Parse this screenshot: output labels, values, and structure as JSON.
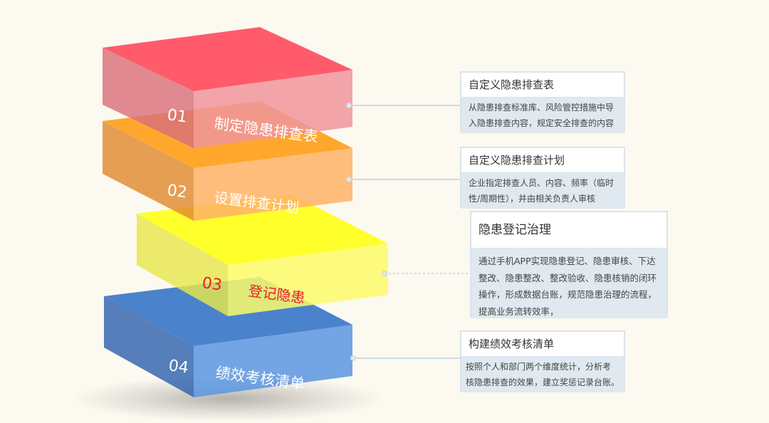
{
  "layers": [
    {
      "num": "01",
      "label": "制定隐患排查表",
      "top": "#ff4d5e",
      "front": "#f0959c",
      "side": "#d9707a",
      "text": "#ffffff"
    },
    {
      "num": "02",
      "label": "设置排查计划",
      "top": "#ff9f1c",
      "front": "#ffb366",
      "side": "#e08a2e",
      "text": "#ffffff"
    },
    {
      "num": "03",
      "label": "登记隐患",
      "top": "#ffff1a",
      "front": "#fbfb6a",
      "side": "#e6e64d",
      "text": "#e8202a"
    },
    {
      "num": "04",
      "label": "绩效考核清单",
      "top": "#3b78c9",
      "front": "#5b95e0",
      "side": "#2f63ad",
      "text": "#ffffff"
    }
  ],
  "cards": [
    {
      "title": "自定义隐患排查表",
      "lines": [
        "从隐患排查标准库、风险管控措施中导",
        "入隐患排查内容，规定安全排查的内容"
      ]
    },
    {
      "title": "自定义隐患排查计划",
      "lines": [
        "企业指定排查人员、内容、频率（临时",
        "性/周期性），并由相关负责人审核"
      ]
    },
    {
      "title": "隐患登记治理",
      "lines": [
        "通过手机APP实现隐患登记、隐患审核、下达",
        "整改、隐患整改、整改验收、隐患核销的闭环",
        "操作，形成数据台账，规范隐患治理的流程，",
        "提高业务流转效率，"
      ]
    },
    {
      "title": "构建绩效考核清单",
      "lines": [
        "按照个人和部门两个维度统计，分析考",
        "核隐患排查的效果，建立奖惩记录台账。"
      ]
    }
  ]
}
